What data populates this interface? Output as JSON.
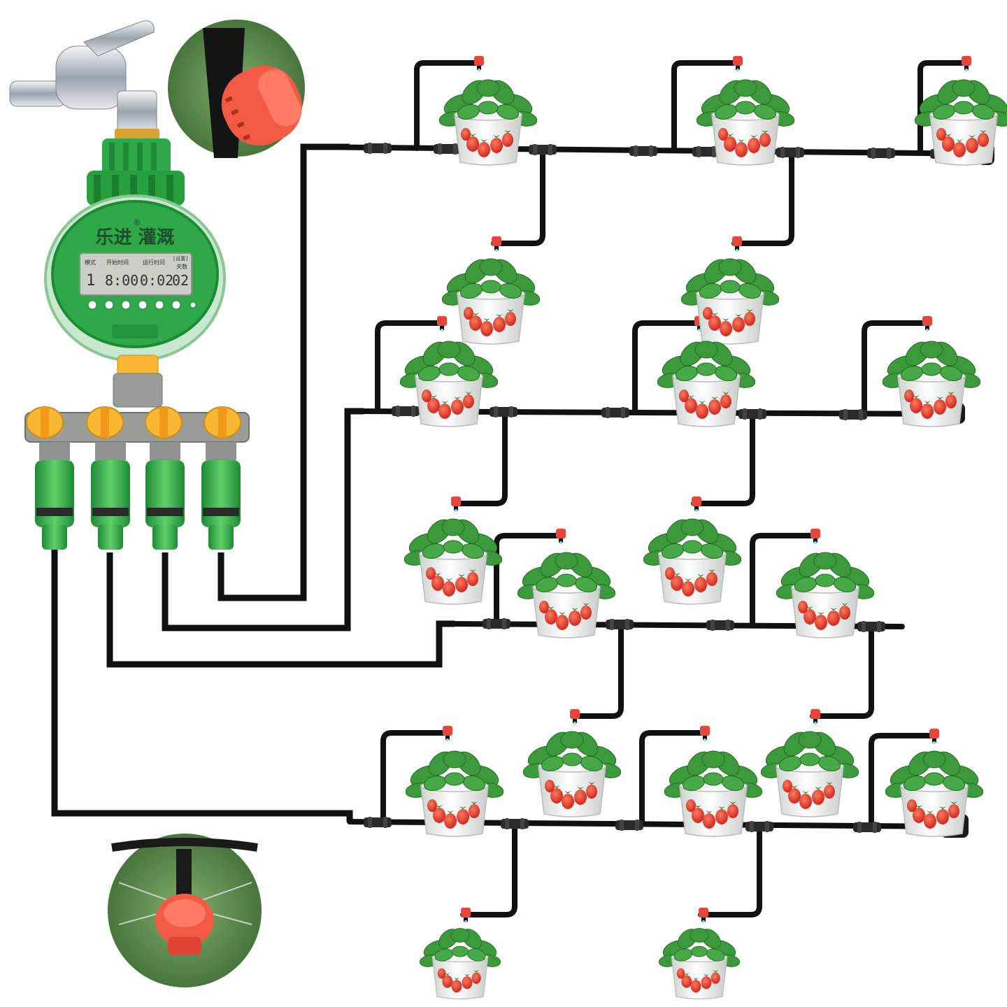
{
  "timer": {
    "brand_text": "乐进 灌溉",
    "registered_mark": "®",
    "lcd_mode_label": "模式",
    "lcd_start_label": "开始时间",
    "lcd_duration_label": "运行时间",
    "lcd_day_label": "天数",
    "lcd_tag": "[设置]",
    "lcd_mode_value": "1",
    "lcd_start_value": "8:00",
    "lcd_duration_value": "0:02",
    "lcd_days_value": "02",
    "button_count": 7,
    "colors": {
      "body": "#2fa84a",
      "lcd": "#c9cfc4",
      "cap": "#28a040"
    }
  },
  "manifold": {
    "valve_count": 4,
    "colors": {
      "valve": "#f7b733",
      "connector": "#55d24a"
    }
  },
  "icons": [
    "faucet-icon",
    "dripper-closeup-icon",
    "sprinkler-closeup-icon",
    "strawberry-pot-icon",
    "end-cap-icon"
  ],
  "colors": {
    "pipe": "#111111",
    "dripper": "#e8463a",
    "leaf": "#3c9a3c",
    "pot": "#e9ece8",
    "berry": "#e0352a"
  }
}
